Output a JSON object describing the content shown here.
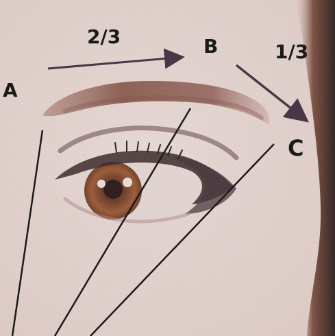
{
  "labels": {
    "point_a": "A",
    "point_b": "B",
    "point_c": "C",
    "fraction_two_thirds": "2/3",
    "fraction_one_third": "1/3"
  },
  "colors": {
    "background": "#f4ede6",
    "brow": "#8a5a4a",
    "iris": "#8b4a22",
    "arrow": "#4a3646",
    "guide_line": "#1a1a1a",
    "shadow_edge": "#2a1a14"
  },
  "icons": {
    "arrow_two_thirds": "right-arrow-icon",
    "arrow_one_third": "down-right-arrow-icon"
  }
}
